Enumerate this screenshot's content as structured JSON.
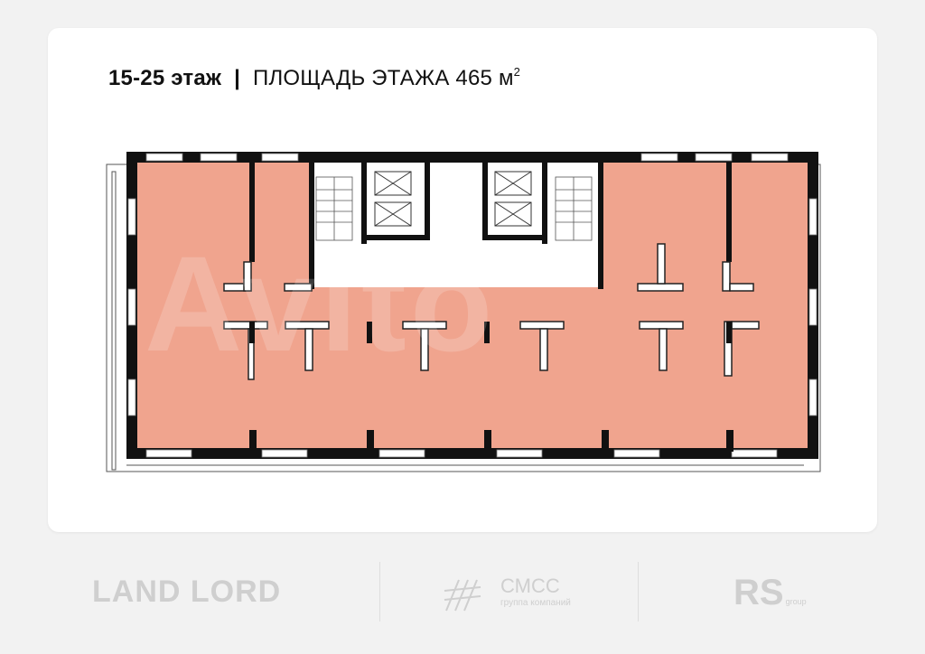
{
  "header": {
    "floors": "15-25 этаж",
    "separator": "|",
    "area_label": "ПЛОЩАДЬ ЭТАЖА 465 м",
    "area_unit_superscript": "2"
  },
  "plan": {
    "fill_color": "#f0a48e",
    "wall_color": "#111111",
    "core_color": "#ffffff"
  },
  "watermark": {
    "text": "Avito"
  },
  "footer": {
    "landlord_logo": "LAND LORD",
    "smss_name": "СМСС",
    "smss_sub": "группа компаний",
    "rs_logo": "RS",
    "rs_sub": "group"
  }
}
